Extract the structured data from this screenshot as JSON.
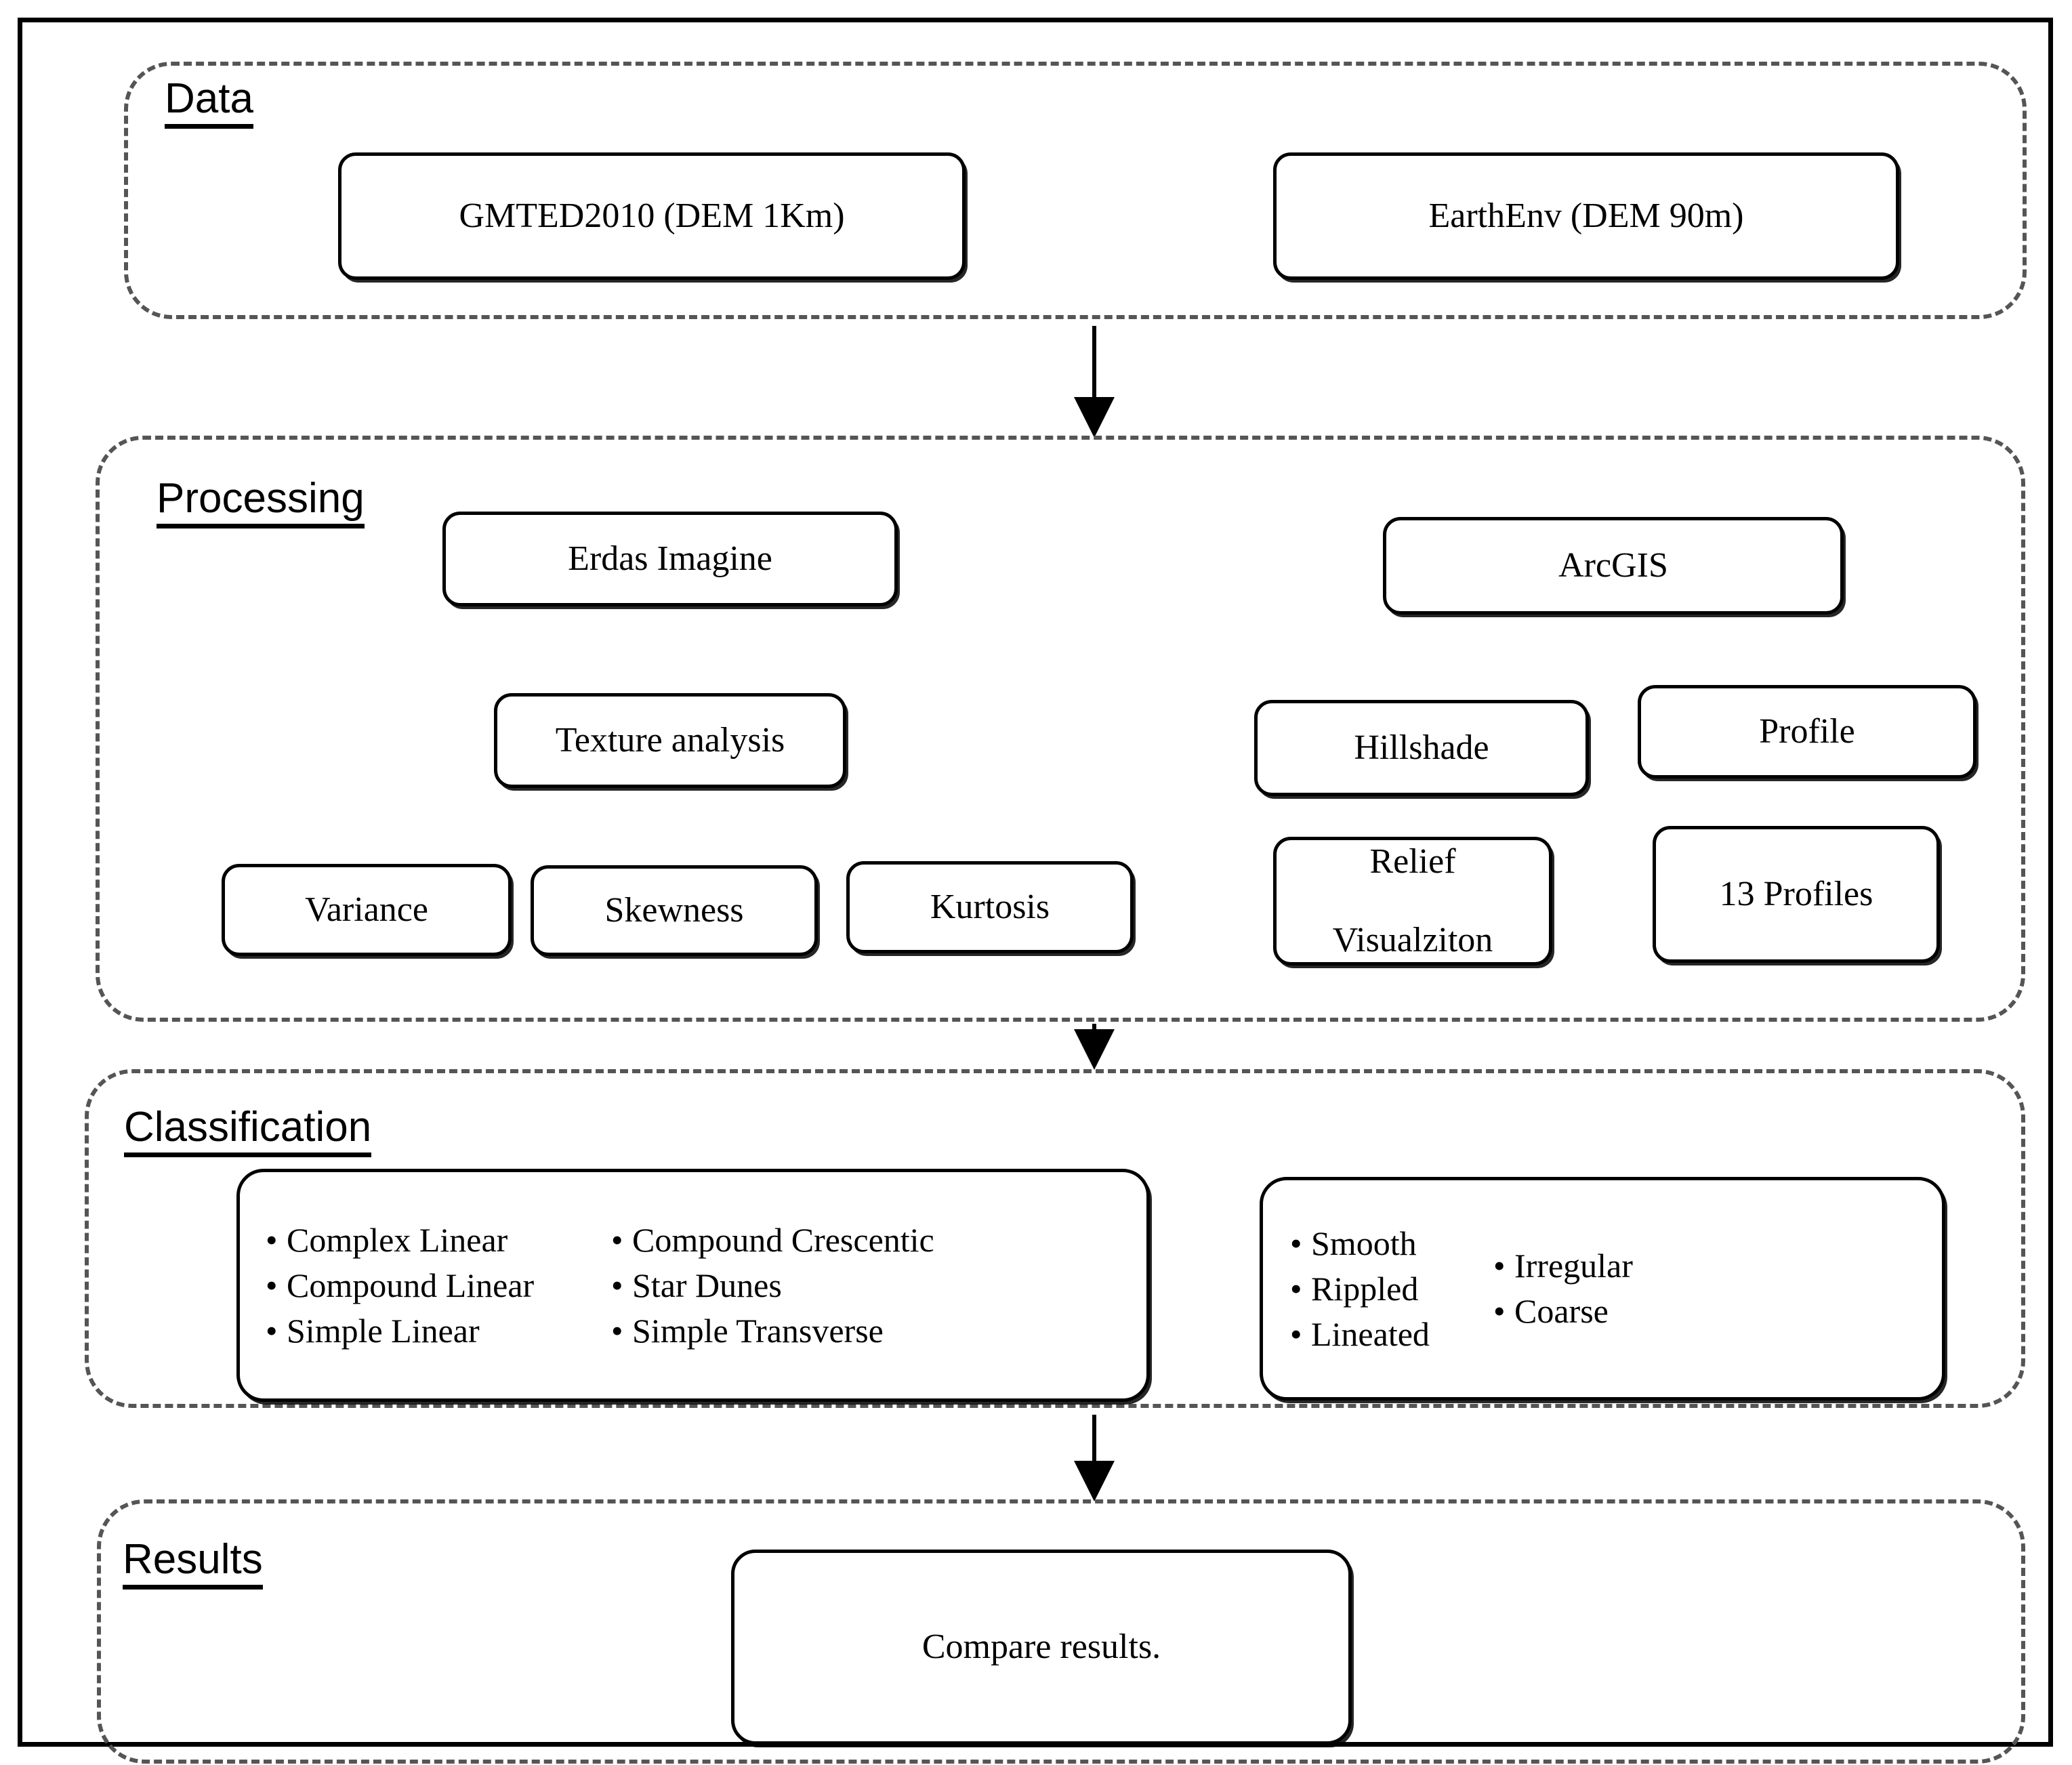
{
  "figure": {
    "type": "flowchart",
    "orientation": "top-to-bottom",
    "stages": [
      "Data",
      "Processing",
      "Classification",
      "Results"
    ]
  },
  "stages": {
    "data": {
      "title": "Data",
      "nodes": [
        {
          "id": "gmted",
          "label": "GMTED2010 (DEM 1Km)"
        },
        {
          "id": "earthenv",
          "label": "EarthEnv (DEM 90m)"
        }
      ]
    },
    "processing": {
      "title": "Processing",
      "nodes": [
        {
          "id": "erdas",
          "label": "Erdas Imagine"
        },
        {
          "id": "arcgis",
          "label": "ArcGIS"
        },
        {
          "id": "texture",
          "label": "Texture analysis"
        },
        {
          "id": "hillshade",
          "label": "Hillshade"
        },
        {
          "id": "profile",
          "label": "Profile"
        },
        {
          "id": "variance",
          "label": "Variance"
        },
        {
          "id": "skewness",
          "label": "Skewness"
        },
        {
          "id": "kurtosis",
          "label": "Kurtosis"
        },
        {
          "id": "relief",
          "label_line1": "Relief",
          "label_line2": "Visualziton"
        },
        {
          "id": "thirteen_profiles",
          "label": "13 Profiles"
        }
      ]
    },
    "classification": {
      "title": "Classification",
      "dune_types": {
        "column_a": [
          "Complex Linear",
          "Compound Linear",
          "Simple Linear"
        ],
        "column_b": [
          "Compound Crescentic",
          "Star Dunes",
          "Simple Transverse"
        ]
      },
      "surface_types": {
        "column_a": [
          "Smooth",
          "Rippled",
          "Lineated"
        ],
        "column_b": [
          "Irregular",
          "Coarse"
        ]
      }
    },
    "results": {
      "title": "Results",
      "nodes": [
        {
          "id": "compare",
          "label": "Compare results."
        }
      ]
    }
  },
  "connectors": [
    {
      "from": "Data",
      "to": "Processing",
      "icon": "down-arrow-icon"
    },
    {
      "from": "Processing",
      "to": "Classification",
      "icon": "down-arrow-icon"
    },
    {
      "from": "Classification",
      "to": "Results",
      "icon": "down-arrow-icon"
    }
  ],
  "bullet_glyph": "•",
  "colors": {
    "stroke": "#000000",
    "dashed_stroke": "#555555",
    "background": "#ffffff"
  }
}
